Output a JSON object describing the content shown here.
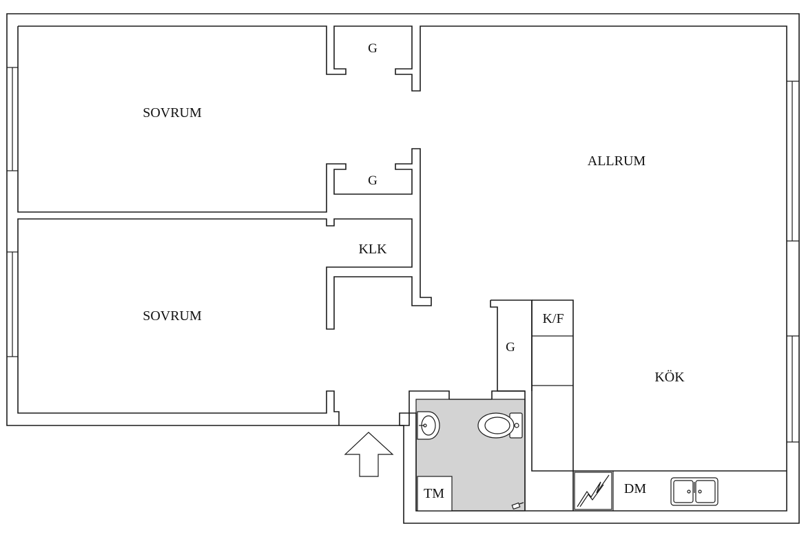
{
  "rooms": {
    "bedroom_top": "SOVRUM",
    "bedroom_bottom": "SOVRUM",
    "living_room": "ALLRUM",
    "kitchen": "KÖK",
    "wardrobe_top": "G",
    "wardrobe_mid": "G",
    "wardrobe_kitchen": "G",
    "walk_in_closet": "KLK",
    "fridge_freezer": "K/F",
    "dishwasher": "DM",
    "washing_machine": "TM"
  },
  "colors": {
    "wall": "#1a1a1a",
    "bathroom_floor": "#d3d3d3",
    "background": "#ffffff"
  },
  "icons": {
    "entrance": "entrance-arrow-icon",
    "electrical_panel": "electric-panel-icon",
    "sink": "kitchen-sink-icon",
    "toilet": "toilet-icon",
    "basin": "wash-basin-icon",
    "drain": "floor-drain-icon"
  }
}
